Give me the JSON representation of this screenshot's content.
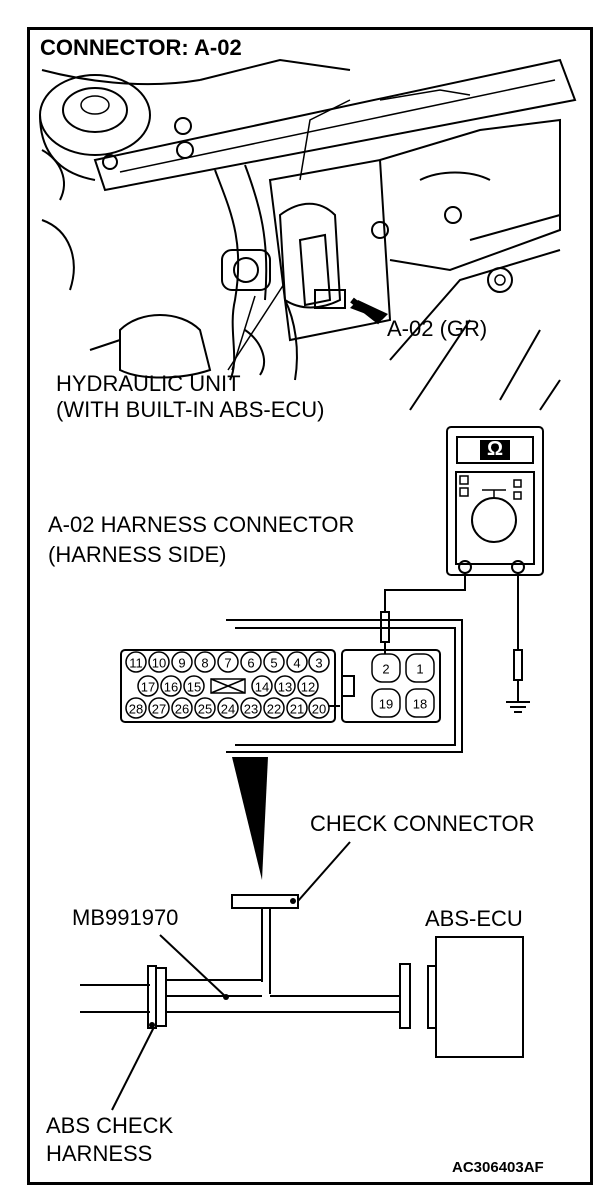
{
  "title": "CONNECTOR: A-02",
  "photo": {
    "unit_label_line1": "HYDRAULIC UNIT",
    "unit_label_line2": "(WITH BUILT-IN ABS-ECU)",
    "connector_callout": "A-02 (GR)"
  },
  "meter": {
    "symbol": "Ω"
  },
  "harness": {
    "label_line1": "A-02 HARNESS CONNECTOR",
    "label_line2": "(HARNESS SIDE)",
    "pins_row1": [
      "11",
      "10",
      "9",
      "8",
      "7",
      "6",
      "5",
      "4",
      "3"
    ],
    "pins_row2": [
      "17",
      "16",
      "15",
      "14",
      "13",
      "12"
    ],
    "pins_row3": [
      "28",
      "27",
      "26",
      "25",
      "24",
      "23",
      "22",
      "21",
      "20"
    ],
    "pins_big": [
      "2",
      "1",
      "19",
      "18"
    ]
  },
  "bottom": {
    "check_connector": "CHECK CONNECTOR",
    "tool": "MB991970",
    "ecu": "ABS-ECU",
    "check_harness_line1": "ABS CHECK",
    "check_harness_line2": "HARNESS"
  },
  "code": "AC306403AF"
}
